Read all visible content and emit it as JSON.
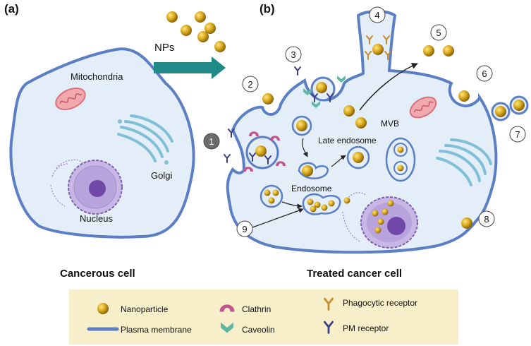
{
  "panels": {
    "a": {
      "label": "(a)",
      "caption": "Cancerous cell",
      "organelles": {
        "mitochondria": "Mitochondria",
        "golgi": "Golgi",
        "nucleus": "Nucleus"
      }
    },
    "b": {
      "label": "(b)",
      "caption": "Treated cancer cell",
      "labels": {
        "late_endosome": "Late endosome",
        "mvb": "MVB",
        "endosome": "Endosome"
      }
    }
  },
  "arrow_label": "NPs",
  "pathway_steps": [
    "1",
    "2",
    "3",
    "4",
    "5",
    "6",
    "7",
    "8",
    "9"
  ],
  "legend": {
    "items": [
      {
        "icon": "nanoparticle-icon",
        "label": "Nanoparticle"
      },
      {
        "icon": "plasma-membrane-icon",
        "label": "Plasma membrane"
      },
      {
        "icon": "clathrin-icon",
        "label": "Clathrin"
      },
      {
        "icon": "caveolin-icon",
        "label": "Caveolin"
      },
      {
        "icon": "phagocytic-receptor-icon",
        "label": "Phagocytic receptor"
      },
      {
        "icon": "pm-receptor-icon",
        "label": "PM receptor"
      }
    ]
  },
  "colors": {
    "membrane": "#5b7fc4",
    "cytoplasm": "#e4eef9",
    "nanoparticle": "#d4a419",
    "arrow": "#1f8a87",
    "clathrin": "#c2558f",
    "caveolin": "#5fb7a2",
    "phagocytic_receptor": "#c98a2d",
    "pm_receptor": "#3e3f86",
    "mitochondria": "#e58f95",
    "golgi": "#7fbfd8",
    "nucleus": "#9d84c4",
    "legend_bg": "#f7efc9"
  }
}
